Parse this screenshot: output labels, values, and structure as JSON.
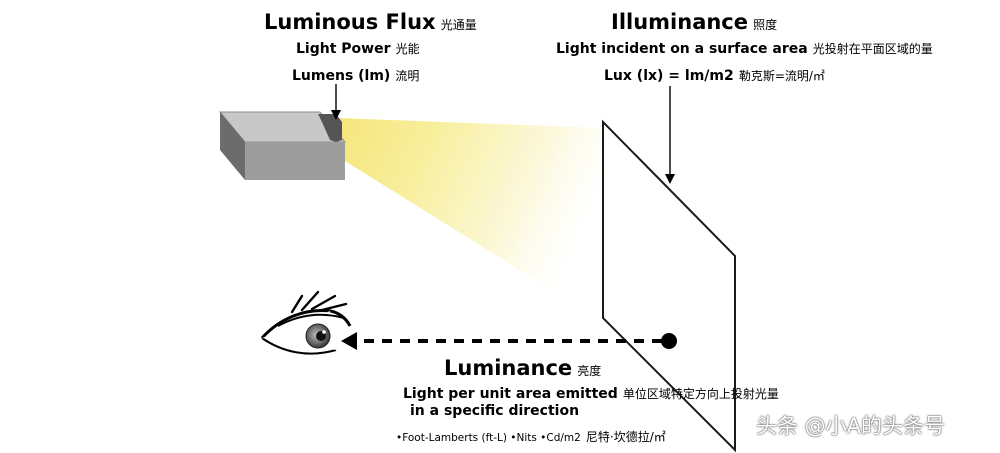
{
  "luminous_flux": {
    "title": "Luminous Flux",
    "title_cn": "光通量",
    "power": "Light Power",
    "power_cn": "光能",
    "unit": "Lumens (lm)",
    "unit_cn": "流明"
  },
  "illuminance": {
    "title": "Illuminance",
    "title_cn": "照度",
    "desc": "Light incident on a surface area",
    "desc_cn": "光投射在平面区域的量",
    "unit": "Lux (lx) = lm/m2",
    "unit_cn": "勒克斯=流明/㎡"
  },
  "luminance": {
    "title": "Luminance",
    "title_cn": "亮度",
    "desc_line1": "Light per unit area emitted",
    "desc_line2": "in a specific direction",
    "desc_cn": "单位区域特定方向上投射光量",
    "units": "•Foot-Lamberts (ft-L)   •Nits   •Cd/m2",
    "units_cn": "尼特·坎德拉/㎡"
  },
  "watermark": "头条 @小A的头条号",
  "colors": {
    "light_beam": "#f7ec8c",
    "source_box": "#9a9a9a",
    "arrow": "#000000"
  }
}
